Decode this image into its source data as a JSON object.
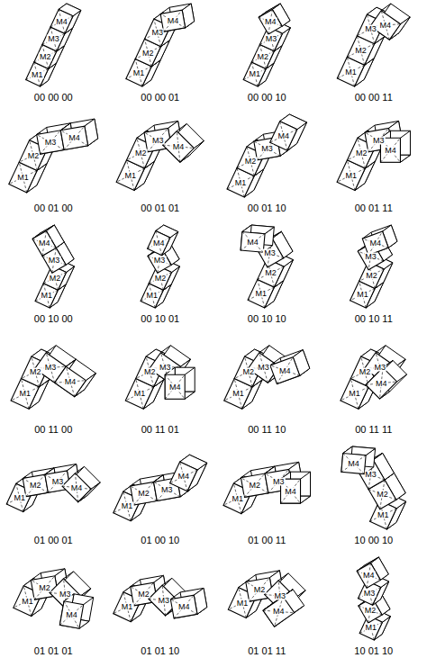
{
  "diagram": {
    "labels": [
      "M1",
      "M2",
      "M3",
      "M4",
      "00 00 00",
      "M1",
      "M2",
      "M3",
      "M4",
      "00 00 01",
      "M1",
      "M2",
      "M3",
      "M4",
      "00 00 10",
      "M1",
      "M2",
      "M3",
      "M4",
      "00 00 11",
      "M1",
      "M2",
      "M3",
      "M4",
      "00 01 00",
      "M1",
      "M2",
      "M3",
      "M4",
      "00 01 01",
      "M1",
      "M2",
      "M3",
      "M4",
      "00 01 10",
      "M1",
      "M2",
      "M3",
      "M4",
      "00 01 11",
      "M1",
      "M2",
      "M3",
      "M4",
      "00 10 00",
      "M1",
      "M2",
      "M3",
      "M4",
      "00 10 01",
      "M1",
      "M2",
      "M3",
      "M4",
      "00 10 10",
      "M1",
      "M2",
      "M3",
      "M4",
      "00 10 11",
      "M1",
      "M2",
      "M3",
      "M4",
      "00 11 00",
      "M1",
      "M2",
      "M3",
      "M4",
      "00 11 01",
      "M1",
      "M2",
      "M3",
      "M4",
      "00 11 10",
      "M1",
      "M2",
      "M3",
      "M4",
      "00 11 11",
      "M1",
      "M2",
      "M3",
      "M4",
      "01 00 01",
      "M1",
      "M2",
      "M3",
      "M4",
      "01 00 10",
      "M1",
      "M2",
      "M3",
      "M4",
      "01 00 11",
      "M1",
      "M2",
      "M3",
      "M4",
      "10 00 10",
      "M1",
      "M2",
      "M3",
      "M4",
      "01 01 01",
      "M1",
      "M2",
      "M3",
      "M4",
      "01 01 10",
      "M1",
      "M2",
      "M3",
      "M4",
      "01 01 11",
      "M1",
      "M2",
      "M3",
      "M4",
      "10 01 10"
    ]
  }
}
